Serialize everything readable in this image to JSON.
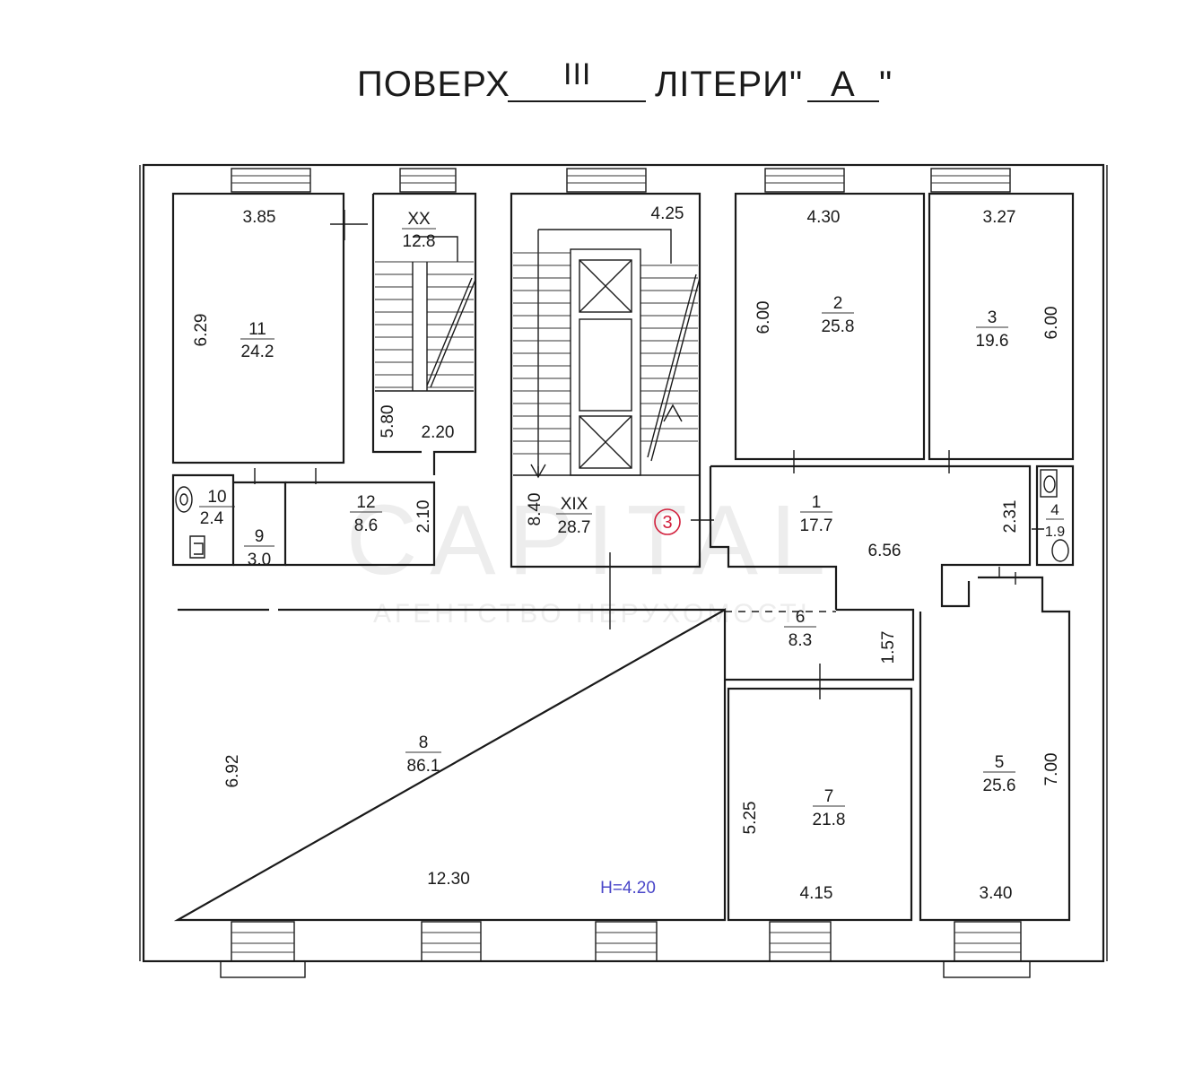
{
  "title": {
    "floor_word": "ПОВЕРХ",
    "floor_value": "III",
    "letter_word": "ЛІТЕРИ",
    "letter_open_quote": "\"",
    "letter_value": "А",
    "letter_close_quote": "\""
  },
  "rooms": [
    {
      "id": "11",
      "area": "24.2"
    },
    {
      "id": "XX",
      "area": "12.8"
    },
    {
      "id": "XIX",
      "area": "28.7"
    },
    {
      "id": "2",
      "area": "25.8"
    },
    {
      "id": "3",
      "area": "19.6"
    },
    {
      "id": "10",
      "area": "2.4"
    },
    {
      "id": "9",
      "area": "3.0"
    },
    {
      "id": "12",
      "area": "8.6"
    },
    {
      "id": "1",
      "area": "17.7"
    },
    {
      "id": "4",
      "area": "1.9"
    },
    {
      "id": "6",
      "area": "8.3"
    },
    {
      "id": "8",
      "area": "86.1"
    },
    {
      "id": "7",
      "area": "21.8"
    },
    {
      "id": "5",
      "area": "25.6"
    }
  ],
  "dimensions": [
    "3.85",
    "6.29",
    "5.80",
    "2.20",
    "4.25",
    "4.30",
    "6.00",
    "3.27",
    "6.00",
    "2.10",
    "8.40",
    "2.31",
    "6.56",
    "1.57",
    "6.92",
    "12.30",
    "5.25",
    "4.15",
    "7.00",
    "3.40"
  ],
  "height_label": "H=4.20",
  "entrance_marker": "3",
  "watermark": {
    "brand": "CAPITAL",
    "tagline": "АГЕНТСТВО НЕРУХОМОСТІ"
  }
}
